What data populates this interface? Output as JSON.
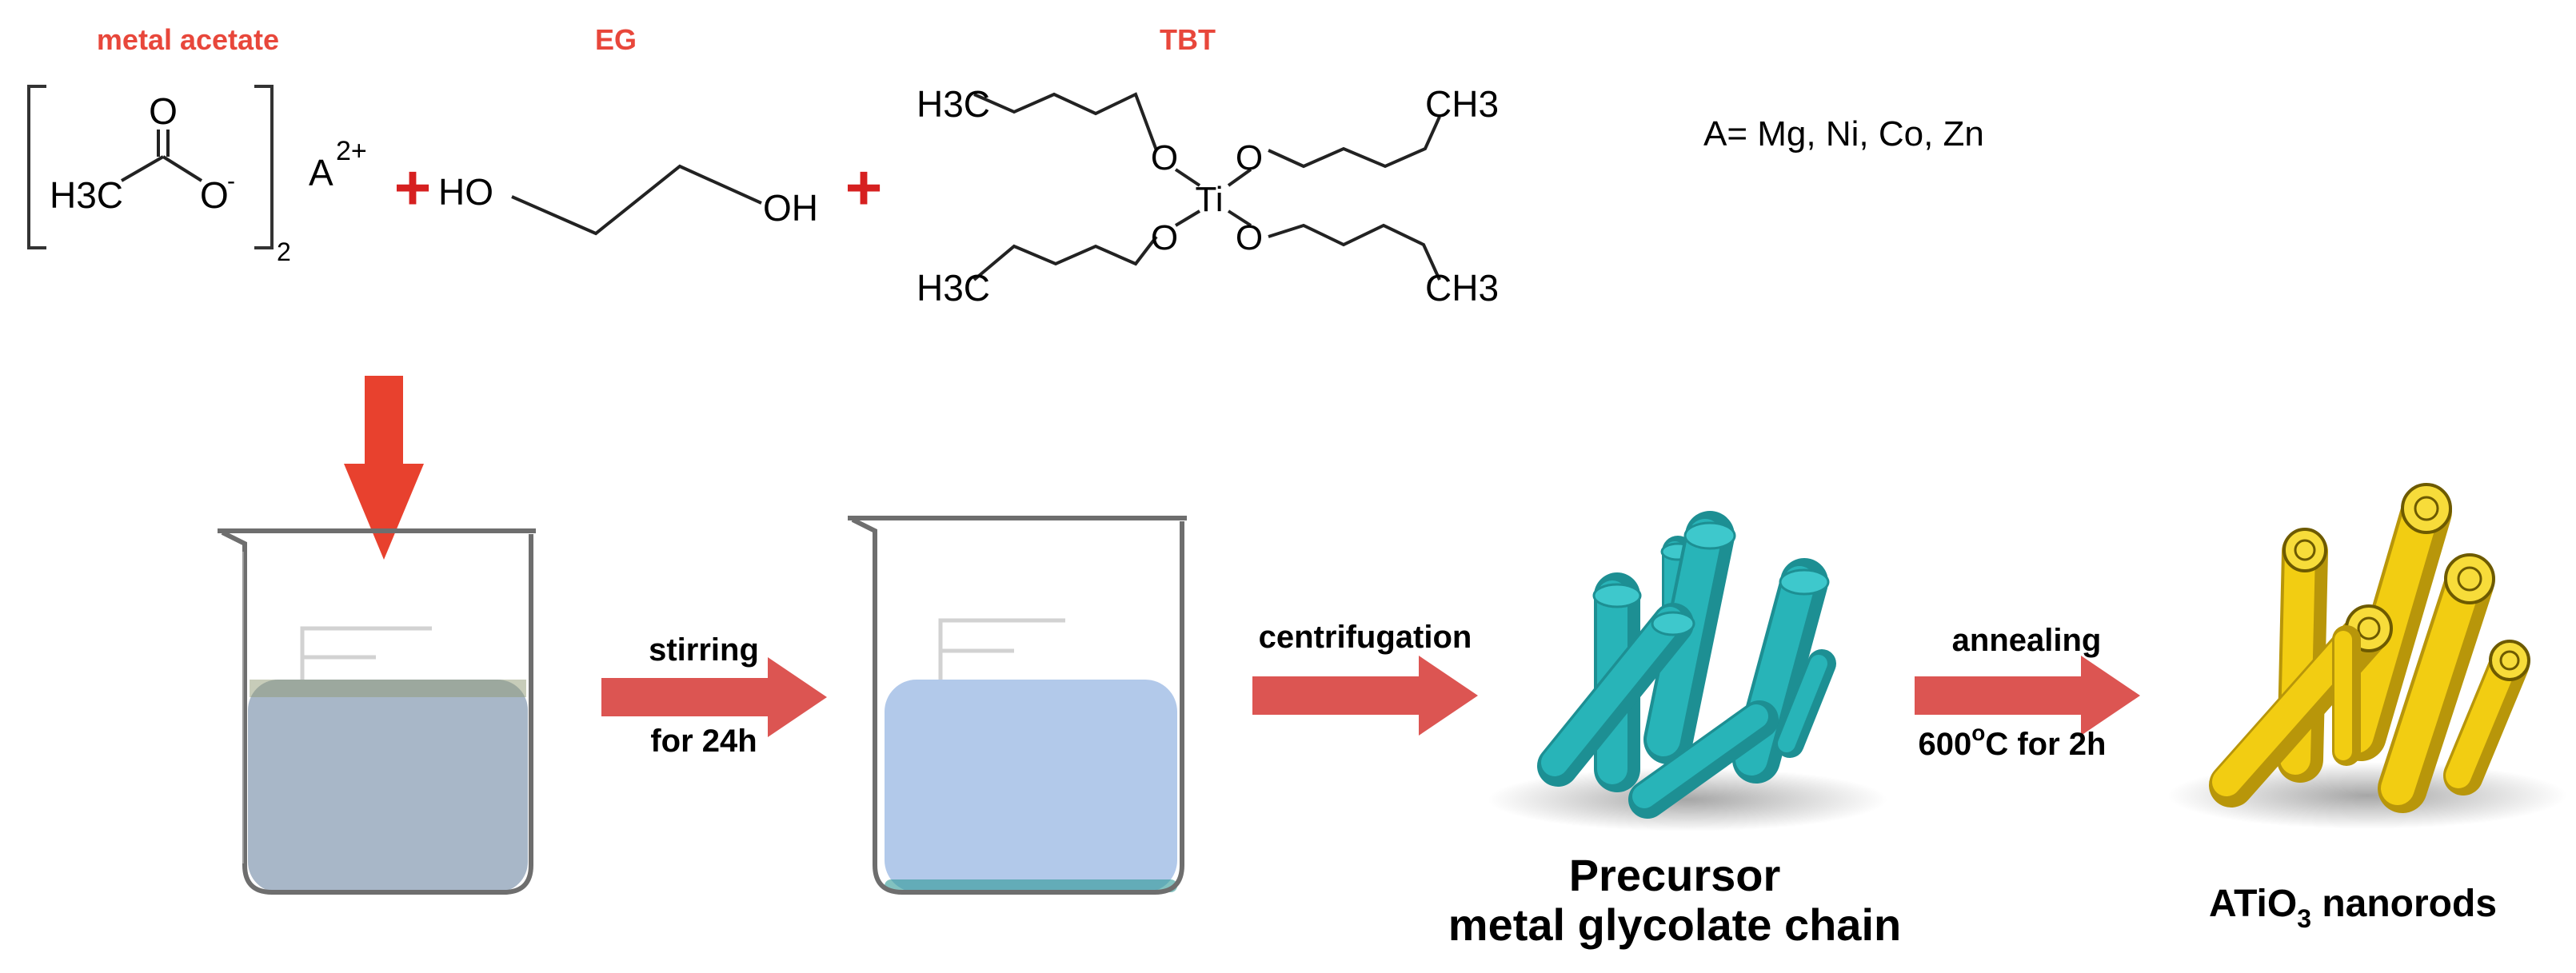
{
  "reactants": {
    "metal_acetate": {
      "title": "metal acetate",
      "o_top": "O",
      "h3c": "H3C",
      "o_minus": "O",
      "minus": "-",
      "subscript": "2",
      "cation": "A",
      "cation_charge": "2+"
    },
    "plus_sign": "+",
    "eg": {
      "title": "EG",
      "ho": "HO",
      "oh": "OH"
    },
    "tbt": {
      "title": "TBT",
      "h3c": "H3C",
      "ch3": "CH3",
      "o": "O",
      "ti": "Ti"
    },
    "definition": "A= Mg, Ni, Co, Zn"
  },
  "steps": {
    "stirring": {
      "line1": "stirring",
      "line2": "for 24h"
    },
    "centrifugation": {
      "label": "centrifugation"
    },
    "annealing": {
      "line1": "annealing",
      "temp": "600",
      "deg": "o",
      "rest": "C  for 2h"
    }
  },
  "products": {
    "precursor": {
      "line1": "Precursor",
      "line2": "metal glycolate chain"
    },
    "nanorods": {
      "prefix": "ATiO",
      "sub": "3",
      "suffix": " nanorods"
    }
  },
  "colors": {
    "accent_red": "#e8473b",
    "arrow_red": "#dc5552",
    "beaker_liquid_1": "#a8b7c8",
    "beaker_liquid_2": "#b2c9ea",
    "rod_teal": "#28b4b8",
    "rod_yellow": "#f2cd12"
  }
}
